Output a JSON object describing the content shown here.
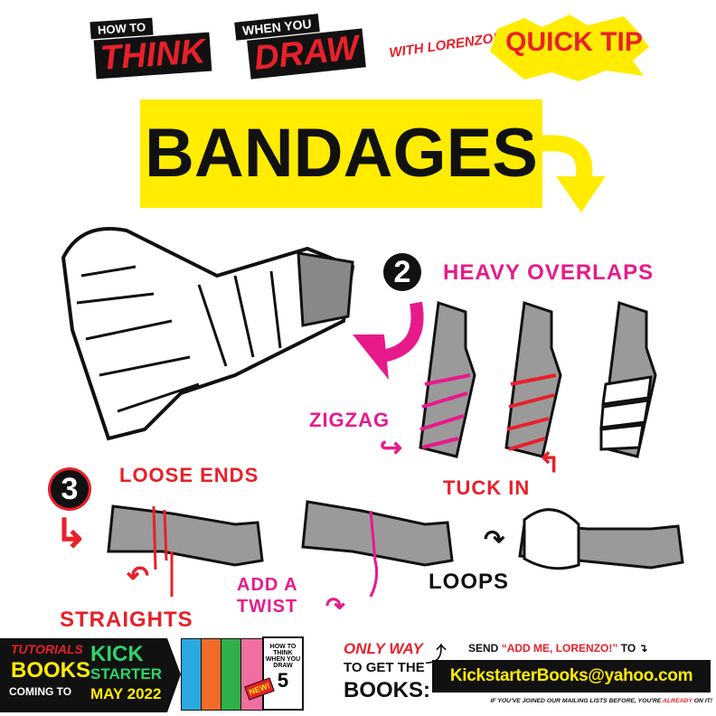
{
  "header": {
    "logo": {
      "line1": "HOW TO",
      "line2": "THINK",
      "line3": "WHEN YOU",
      "line4": "DRAW"
    },
    "with_author": "WITH LORENZO!",
    "badge": "QUICK TIP"
  },
  "title": "BANDAGES",
  "sections": [
    {
      "number": "2",
      "heading": "HEAVY OVERLAPS",
      "labels": [
        "ZIGZAG",
        "TUCK IN"
      ]
    },
    {
      "number": "3",
      "heading": "LOOSE ENDS",
      "labels": [
        "STRAIGHTS",
        "ADD A",
        "TWIST",
        "LOOPS"
      ]
    }
  ],
  "footer": {
    "left": {
      "line1": "TUTORIALS",
      "line2": "BOOKS",
      "line3": "COMING TO",
      "kick": "KICK",
      "starter": "STARTER",
      "date": "MAY 2022"
    },
    "new_badge": "NEW!",
    "book_cover": {
      "title": "HOW TO THINK WHEN YOU DRAW",
      "volume": "5"
    },
    "only_way": "ONLY WAY",
    "to_get": "TO GET THE",
    "books": "BOOKS:",
    "send_prefix": "SEND",
    "send_quote": "“ADD ME, LORENZO!”",
    "send_suffix": "TO",
    "email": "KickstarterBooks@yahoo.com",
    "note_prefix": "IF YOU'VE JOINED OUR MAILING LISTS BEFORE, YOU'RE",
    "note_highlight": "ALREADY",
    "note_suffix": "ON IT!"
  },
  "colors": {
    "red": "#e8202a",
    "magenta": "#e8198b",
    "yellow": "#ffec00",
    "green": "#2fd46a",
    "black": "#111111",
    "arm_gray": "#9a9a9a"
  }
}
